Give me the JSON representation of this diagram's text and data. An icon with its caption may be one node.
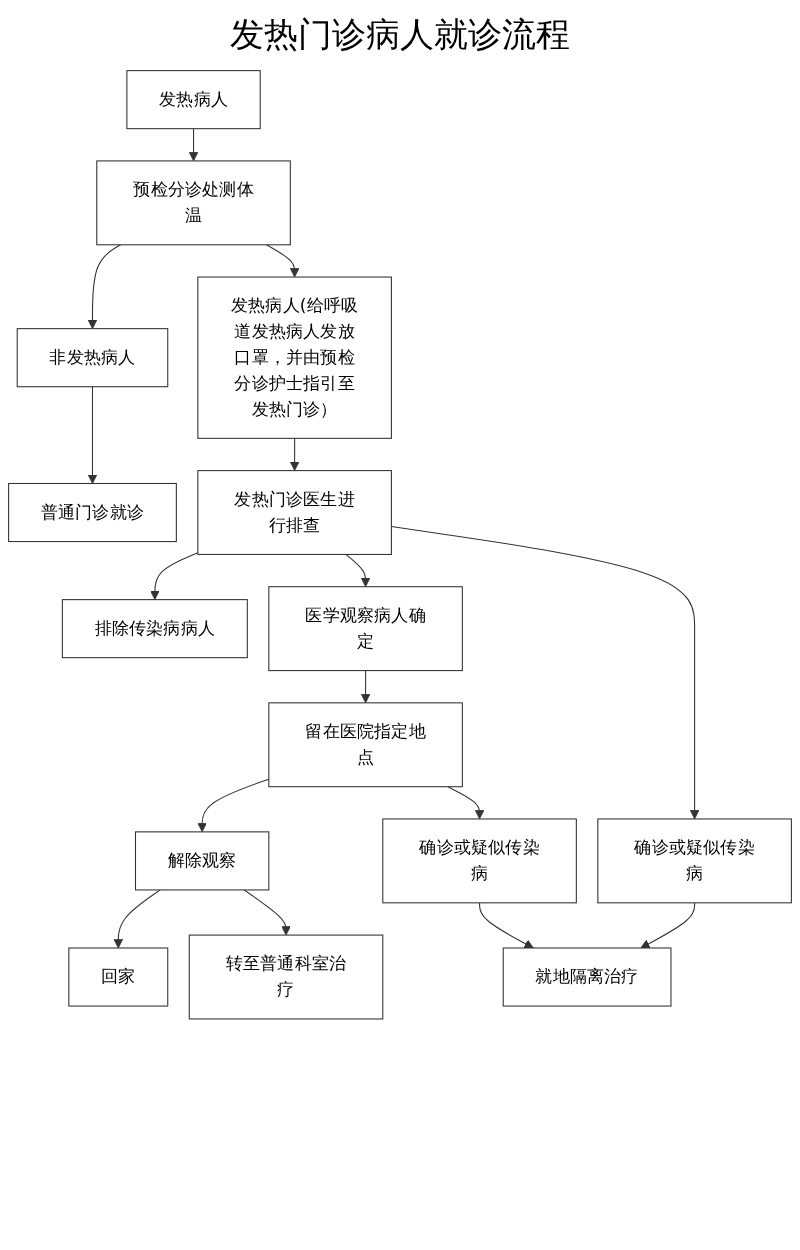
{
  "diagram": {
    "title": "发热门诊病人就诊流程",
    "nodes": [
      {
        "text": [
          "发热病人"
        ]
      },
      {
        "text": [
          "预检分诊处测体温"
        ]
      },
      {
        "text": [
          "非发热病人"
        ]
      },
      {
        "text": [
          "发热病人(给呼吸道发热病人发放口罩，并由预检分诊护士指引至发热门诊）"
        ]
      },
      {
        "text": [
          "普通门诊就诊"
        ]
      },
      {
        "text": [
          "发热门诊医生进行排查"
        ]
      },
      {
        "text": [
          "排除传染病病人"
        ]
      },
      {
        "text": [
          "医学观察病人确定"
        ]
      },
      {
        "text": [
          "确诊或疑似传染病"
        ]
      },
      {
        "text": [
          "留在医院指定地点"
        ]
      },
      {
        "text": [
          "就地隔离治疗"
        ]
      },
      {
        "text": [
          "解除观察"
        ]
      },
      {
        "text": [
          "确诊或疑似传染病"
        ]
      },
      {
        "text": [
          "回家"
        ]
      },
      {
        "text": [
          "转至普通科室治疗"
        ]
      }
    ],
    "edges": [
      {
        "from": 0,
        "to": 1,
        "arrow": "to"
      },
      {
        "from": 1,
        "to": 2,
        "arrow": "to"
      },
      {
        "from": 1,
        "to": 3,
        "arrow": "to"
      },
      {
        "from": 2,
        "to": 4,
        "arrow": "to"
      },
      {
        "from": 3,
        "to": 5,
        "arrow": "to"
      },
      {
        "from": 5,
        "to": 6,
        "arrow": "to"
      },
      {
        "from": 5,
        "to": 7,
        "arrow": "to"
      },
      {
        "from": 5,
        "to": 8,
        "arrow": "to"
      },
      {
        "from": 7,
        "to": 9,
        "arrow": "to"
      },
      {
        "from": 8,
        "to": 10,
        "arrow": "to"
      },
      {
        "from": 9,
        "to": 11,
        "arrow": "to"
      },
      {
        "from": 9,
        "to": 12,
        "arrow": "to"
      },
      {
        "from": 12,
        "to": 10,
        "arrow": "to"
      },
      {
        "from": 11,
        "to": 13,
        "arrow": "to"
      },
      {
        "from": 11,
        "to": 14,
        "arrow": "to"
      }
    ]
  }
}
